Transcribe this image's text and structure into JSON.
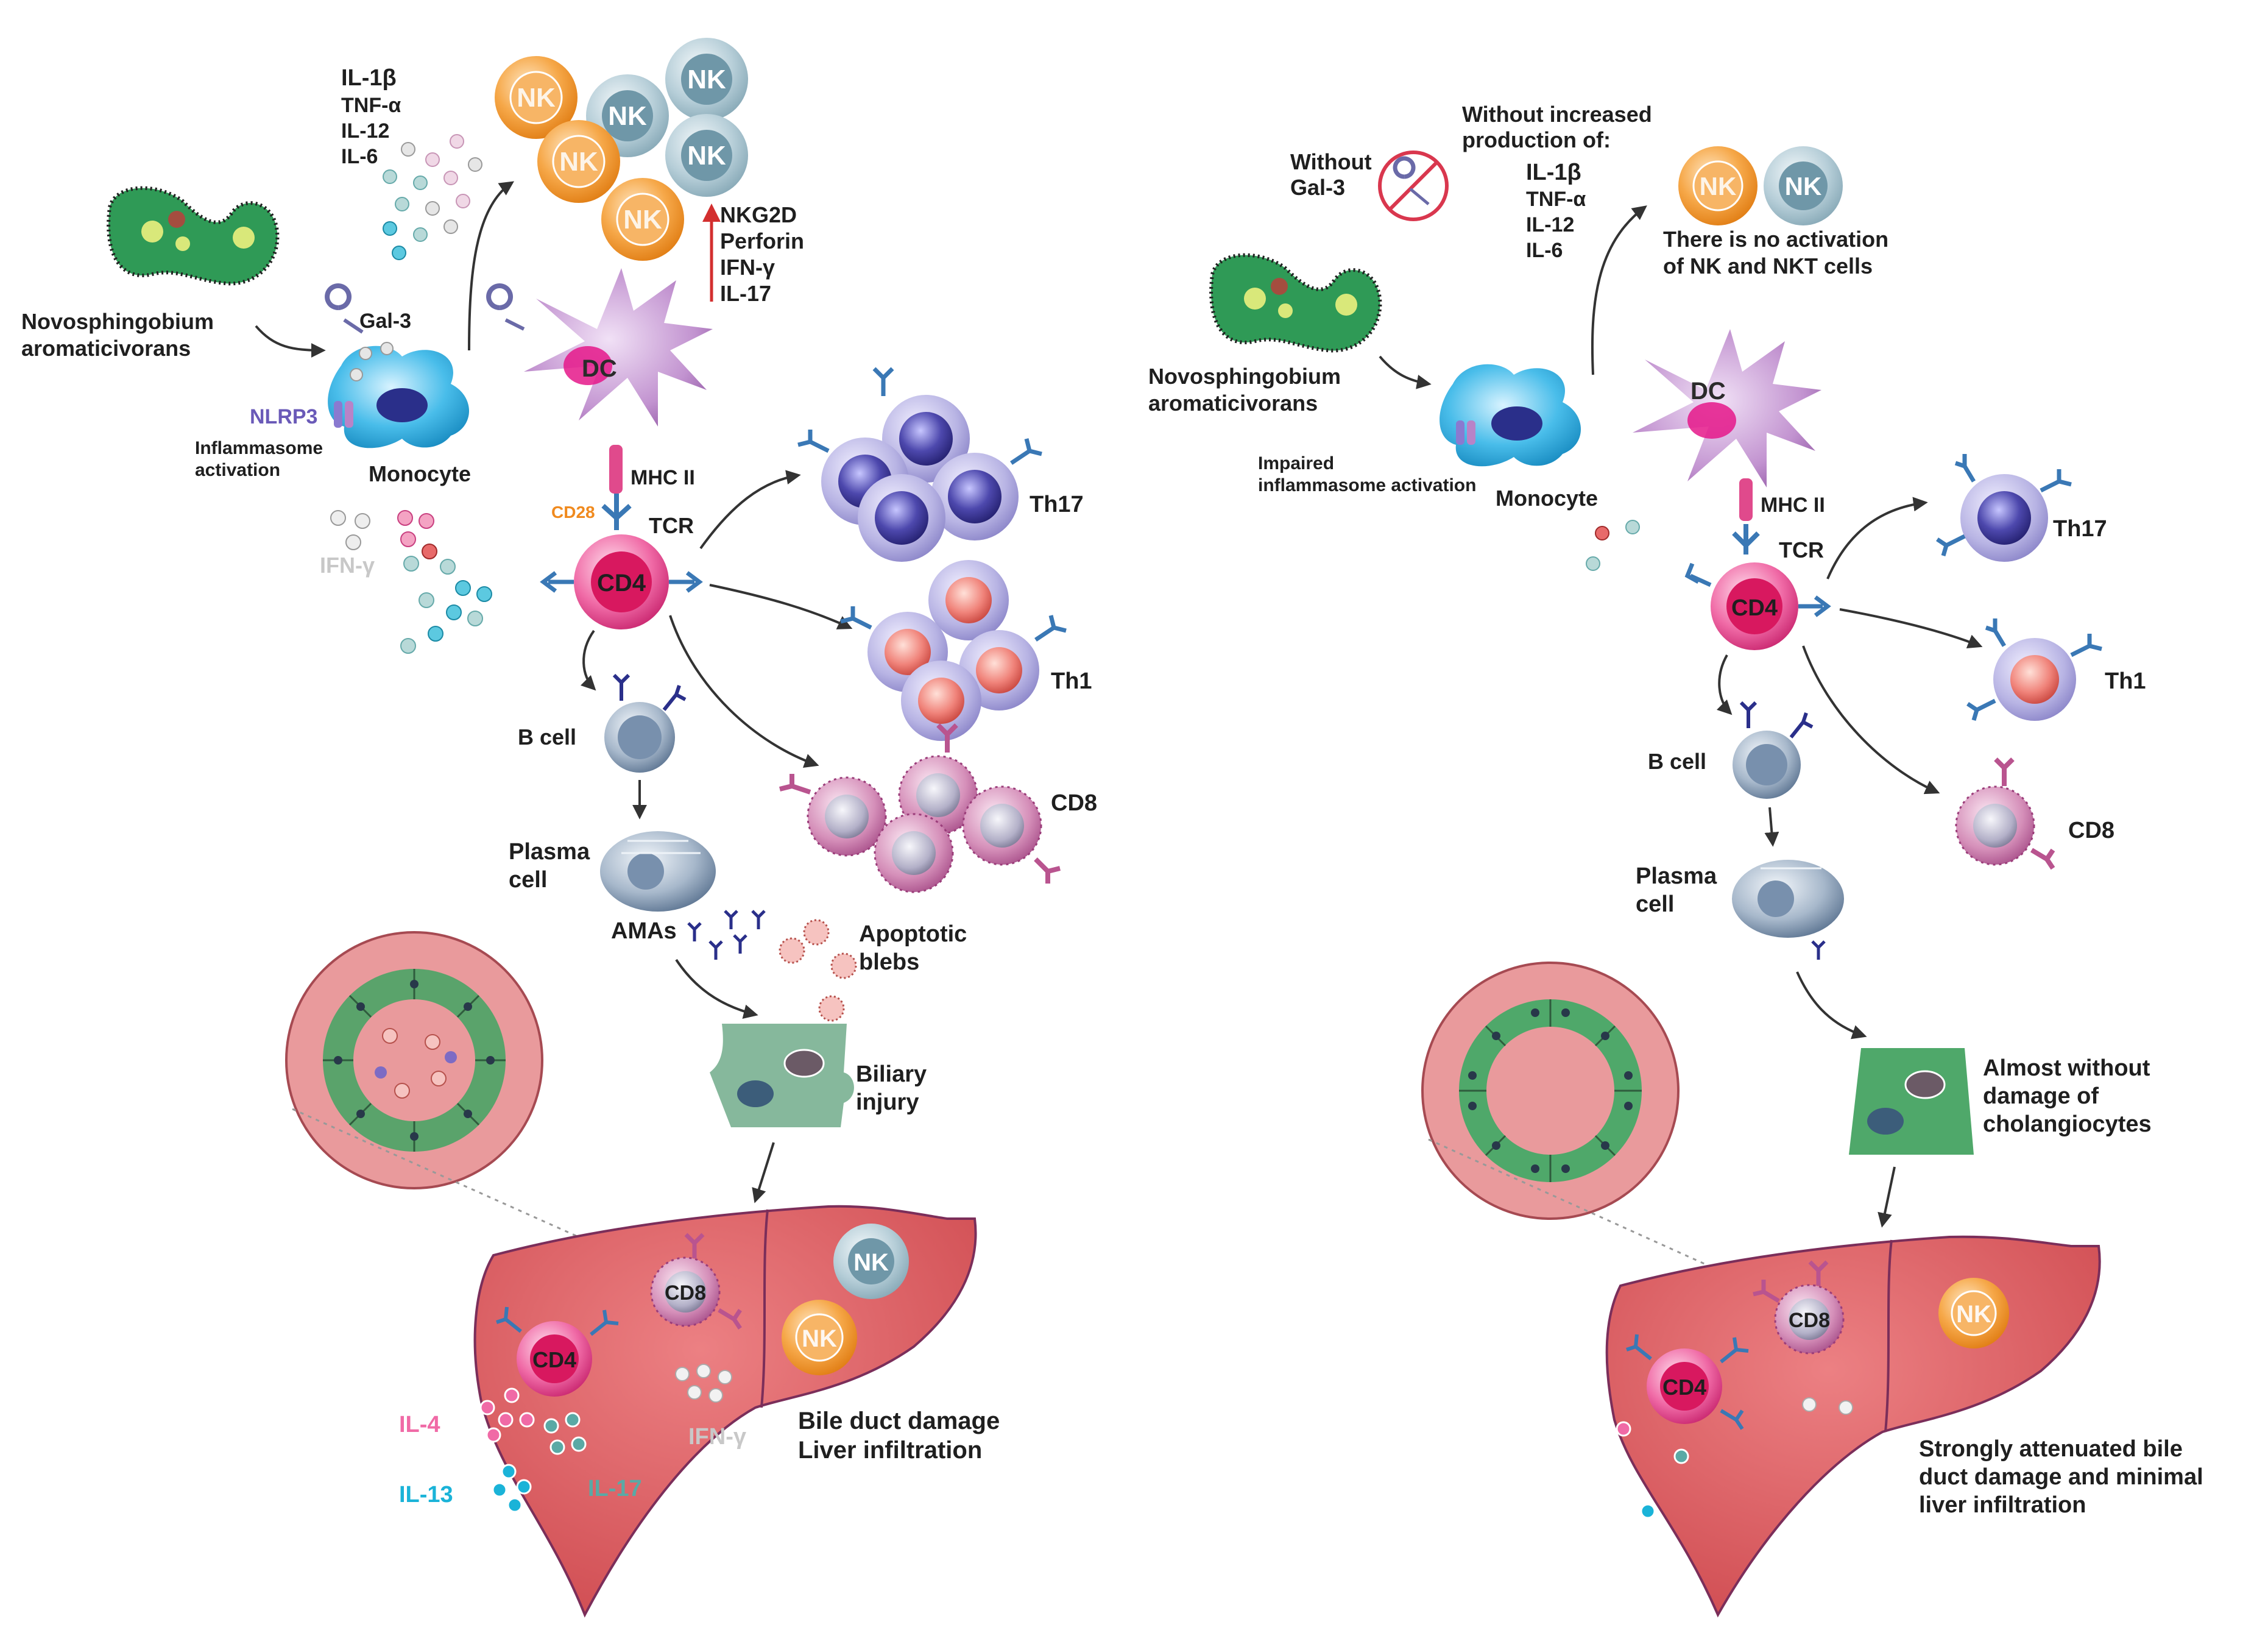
{
  "left": {
    "cytokines_top": [
      "IL-1β",
      "TNF-α",
      "IL-12",
      "IL-6"
    ],
    "nk_label": "NK",
    "nk_effects": [
      "NKG2D",
      "Perforin",
      "IFN-γ",
      "IL-17"
    ],
    "bacterium": "Novosphingobium aromaticivorans",
    "gal3": "Gal-3",
    "nlrp3": "NLRP3",
    "inflammasome": "Inflammasome activation",
    "monocyte": "Monocyte",
    "dc": "DC",
    "mhc": "MHC II",
    "cd28": "CD28",
    "tcr": "TCR",
    "cd4": "CD4",
    "ifn": "IFN-γ",
    "th17": "Th17",
    "th1": "Th1",
    "cd8": "CD8",
    "bcell": "B cell",
    "plasma": "Plasma cell",
    "amas": "AMAs",
    "apoptotic": "Apoptotic blebs",
    "biliary": "Biliary injury",
    "liver_text": "Bile duct damage Liver infiltration",
    "il4": "IL-4",
    "il13": "IL-13",
    "il17": "IL-17",
    "ifn_liver": "IFN-γ"
  },
  "right": {
    "without": "Without Gal-3",
    "without_increased": "Without increased production of:",
    "cytokines": [
      "IL-1β",
      "TNF-α",
      "IL-12",
      "IL-6"
    ],
    "no_activation": "There is no activation of NK and NKT cells",
    "bacterium": "Novosphingobium aromaticivorans",
    "impaired": "Impaired inflammasome activation",
    "monocyte": "Monocyte",
    "dc": "DC",
    "mhc": "MHC II",
    "tcr": "TCR",
    "cd4": "CD4",
    "th17": "Th17",
    "th1": "Th1",
    "cd8": "CD8",
    "bcell": "B cell",
    "plasma": "Plasma cell",
    "almost": "Almost without damage of cholangiocytes",
    "strongly": "Strongly attenuated bile duct damage and minimal liver infiltration"
  },
  "colors": {
    "nk_orange": "#f39a2e",
    "nk_grey": "#a8c4cf",
    "liver": "#d9585c",
    "cd4_pink": "#ec4f96",
    "th_purple": "#6a63b4",
    "cd8_magenta": "#b9548f",
    "bacterium_green": "#2f9a56",
    "monocyte_blue": "#34b3e6",
    "dc_purple": "#b983c7",
    "biliary_green": "#86b89c"
  }
}
